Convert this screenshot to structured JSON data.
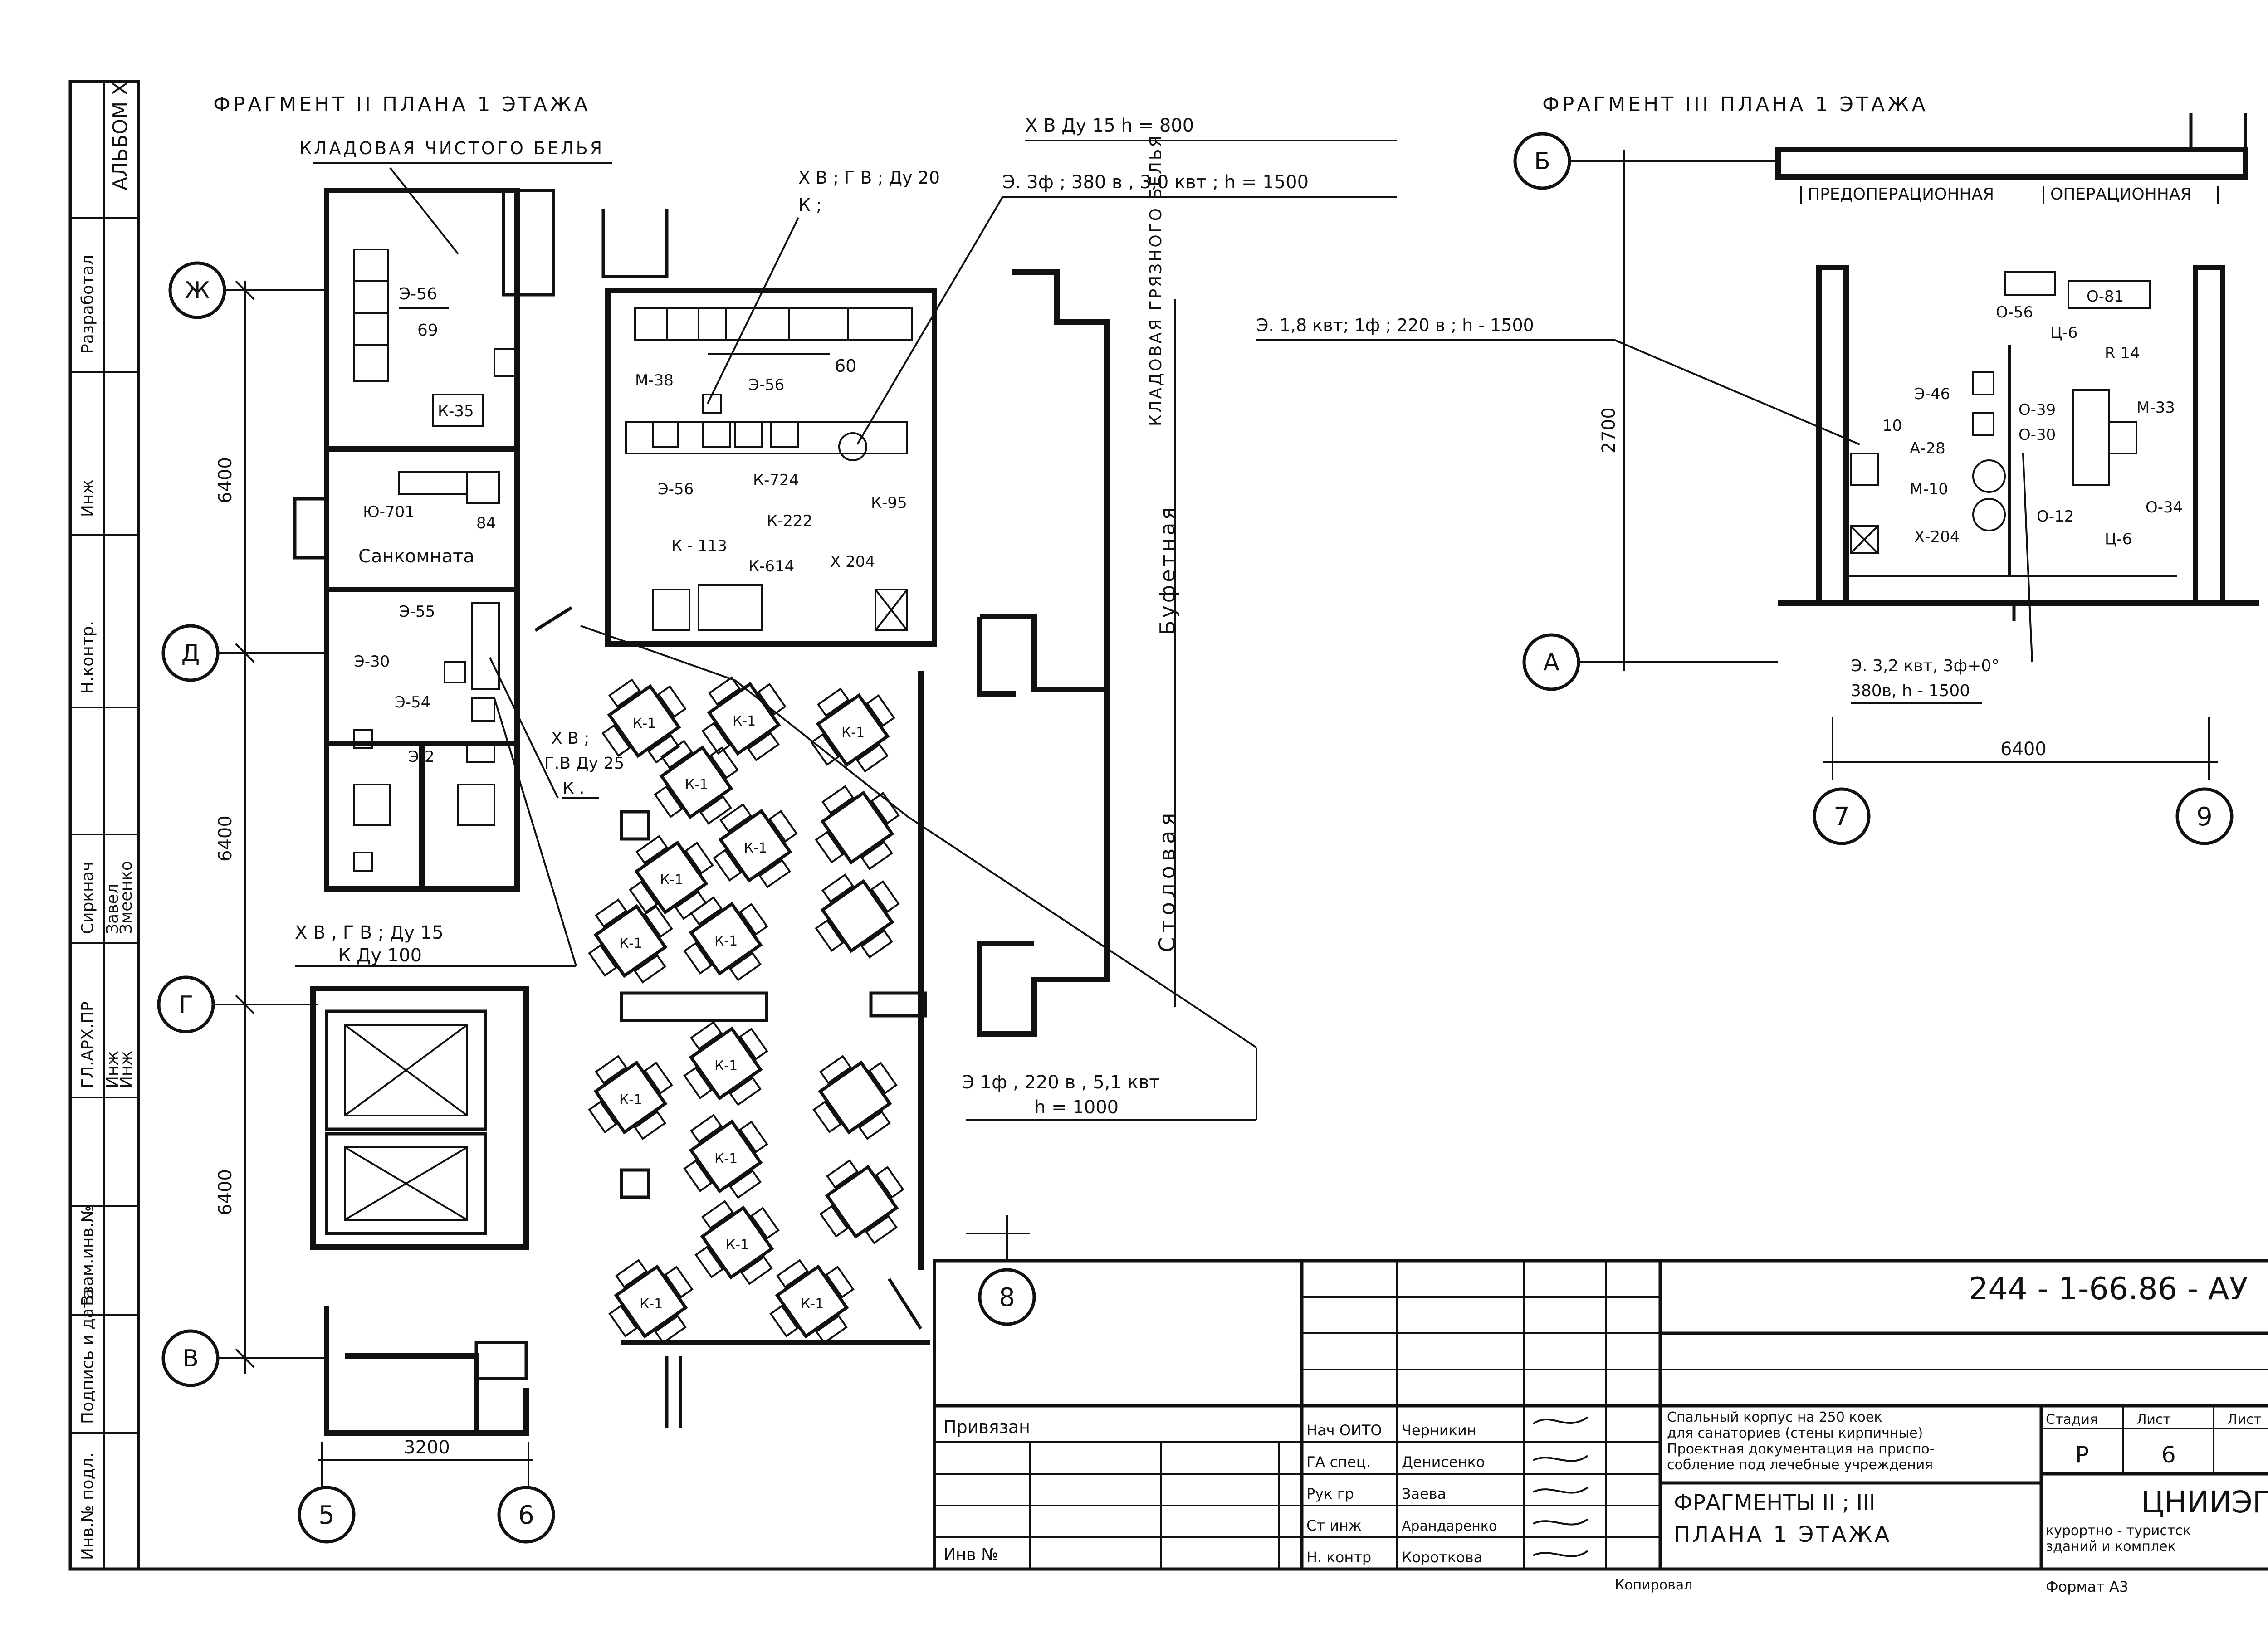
{
  "side_stamp": {
    "album": "АЛЬБОМ Х",
    "fields": [
      "Разработал",
      "Инж",
      "Н.контр.",
      "Сиркнач",
      "Завел",
      "Змеенко",
      "ГЛ.АРХ.ПР",
      "Инж",
      "Инж",
      "Взам.инв.№",
      "Подпись и дата",
      "Инв.№ подл."
    ]
  },
  "fragment2": {
    "title": "ФРАГМЕНТ II  ПЛАНА 1 ЭТАЖА",
    "room_clean_linen": "КЛАДОВАЯ ЧИСТОГО БЕЛЬЯ",
    "room_sanitary": "Санкомната",
    "room_dirty_linen": "КЛАДОВАЯ ГРЯЗНОГО БЕЛЬЯ",
    "room_buffet": "Буфетная",
    "room_dining": "Столовая",
    "axes": {
      "zh": "Ж",
      "d": "Д",
      "g": "Г",
      "v": "В",
      "a5": "5",
      "a6": "6",
      "a8": "8"
    },
    "dims": {
      "d1": "6400",
      "d2": "6400",
      "d3": "6400",
      "w": "3200"
    },
    "notes": {
      "water_kitchen": "Х В  Ду 15   h = 800",
      "power_kitchen": "Э. 3ф ; 380 в , 3,0 квт ; h = 1500",
      "water_sink": "Х В ; Г В ; Ду 20",
      "water_sink2": "К ;",
      "water_san1": "Х В ;",
      "water_san2": "Г.В  Ду 25",
      "water_san3": "К .",
      "water_low1": "Х В , Г В ; Ду 15",
      "water_low2": "К        Ду 100",
      "power_dining1": "Э 1ф , 220 в , 5,1 квт",
      "power_dining2": "h = 1000"
    },
    "equipment": {
      "e56a": "Э-56",
      "e69": "69",
      "k35": "К-35",
      "yu701": "Ю-701",
      "e84": "84",
      "e55": "Э-55",
      "e30": "Э-30",
      "e54": "Э-54",
      "e2": "Э-2",
      "m38": "М-38",
      "e56b": "Э-56",
      "e60": "60",
      "e56c": "Э-56",
      "k724": "К-724",
      "k222": "К-222",
      "k95": "К-95",
      "k113": "К - 113",
      "k614": "К-614",
      "x204": "Х 204",
      "k1": "К-1"
    }
  },
  "fragment3": {
    "title": "ФРАГМЕНТ III  ПЛАНА 1 ЭТАЖА",
    "room_preop": "ПРЕДОПЕРАЦИОННАЯ",
    "room_op": "ОПЕРАЦИОННАЯ",
    "axes": {
      "b": "Б",
      "a": "А",
      "a7": "7",
      "a9": "9"
    },
    "dims": {
      "h": "2700",
      "w": "6400"
    },
    "notes": {
      "power1": "Э. 1,8 квт; 1ф ; 220 в ; h - 1500",
      "power2a": "Э. 3,2 квт, 3ф+0°",
      "power2b": "380в, h - 1500"
    },
    "equipment": {
      "o56": "О-56",
      "o81": "О-81",
      "ts6a": "Ц-6",
      "r14": "R 14",
      "e46": "Э-46",
      "o39": "О-39",
      "o30": "О-30",
      "m33": "М-33",
      "e10": "10",
      "a28": "А-28",
      "m10": "М-10",
      "o12": "О-12",
      "o34": "О-34",
      "ts6b": "Ц-6",
      "x204": "Х-204"
    }
  },
  "title_block": {
    "code": "244 - 1-66.86 - АУ",
    "privyazan": "Привязан",
    "inv_no": "Инв №",
    "roles": [
      "Нач ОИТО",
      "ГА спец.",
      "Рук гр",
      "Ст инж",
      "Н. контр"
    ],
    "names": [
      "Черникин",
      "Денисенко",
      "Заева",
      "Арандаренко",
      "Короткова"
    ],
    "project_desc": [
      "Спальный корпус на 250 коек",
      "для санаториев (стены кирпичные)",
      "Проектная документация на приспо-",
      "собление под лечебные учреждения"
    ],
    "sheet_title1": "ФРАГМЕНТЫ II ; III",
    "sheet_title2": "ПЛАНА 1 ЭТАЖА",
    "stadia_label": "Стадия",
    "list_label": "Лист",
    "lists_label": "Лист",
    "stadia": "Р",
    "list": "6",
    "org": "ЦНИИЭП",
    "org_sub1": "курортно - туристск",
    "org_sub2": "зданий и комплек",
    "copied": "Копировал",
    "format": "Формат А3"
  }
}
